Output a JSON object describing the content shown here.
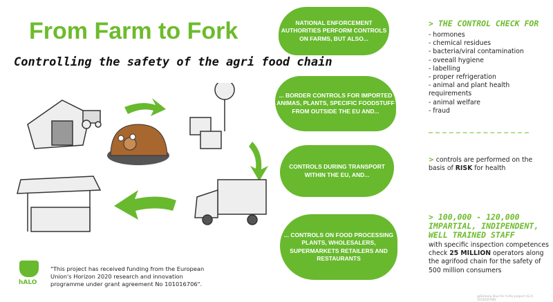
{
  "header": {
    "title": "From Farm to Fork",
    "subtitle": "Controlling the safety of the agri food chain"
  },
  "blobs": [
    "NATIONAL ENFORCEMENT AUTHORITIES PERFORM CONTROLS ON FARMS, BUT ALSO...",
    "... BORDER CONTROLS FOR IMPORTED ANIMAS, PLANTS, SPECIFIC FOODSTUFF FROM OUTSIDE THE EU AND...",
    "CONTROLS DURING TRANSPORT WITHIN THE EU, AND...",
    "... CONTROLS ON FOOD PROCESSING PLANTS, WHOLESALERS, SUPERMARKETS RETAILERS AND RESTAURANTS"
  ],
  "checks": {
    "heading": "> THE CONTROL CHECK FOR",
    "items": [
      "- hormones",
      "- chemical residues",
      "- bacteria/viral contamination",
      "- oveeall hygiene",
      "- labelling",
      "- proper refrigeration",
      "- animal and plant health requirements",
      "- animal welfare",
      "- fraud"
    ]
  },
  "risk": {
    "prefix": ">",
    "a": " controls are performed on the basis of ",
    "bold": "RISK",
    "b": " for health"
  },
  "staff": {
    "heading": "> 100,000 - 120,000 IMPARTIAL, INDIPENDENT, WELL TRAINED STAFF",
    "a": "with specific inspection competences check ",
    "bold": "25 MILLION",
    "b": " operators along the agrifood chain for the safety of 500 million consumers"
  },
  "footer": {
    "logo": "hALO",
    "funding": "\"This project has received funding from the European Union's Horizon 2020 research and innovation programme under grant agreement No 101016706\".",
    "credit": "@Simona Duo for h-Alo project (G.A. 101016706)"
  },
  "colors": {
    "green": "#68b92e",
    "brown": "#a8672f"
  }
}
